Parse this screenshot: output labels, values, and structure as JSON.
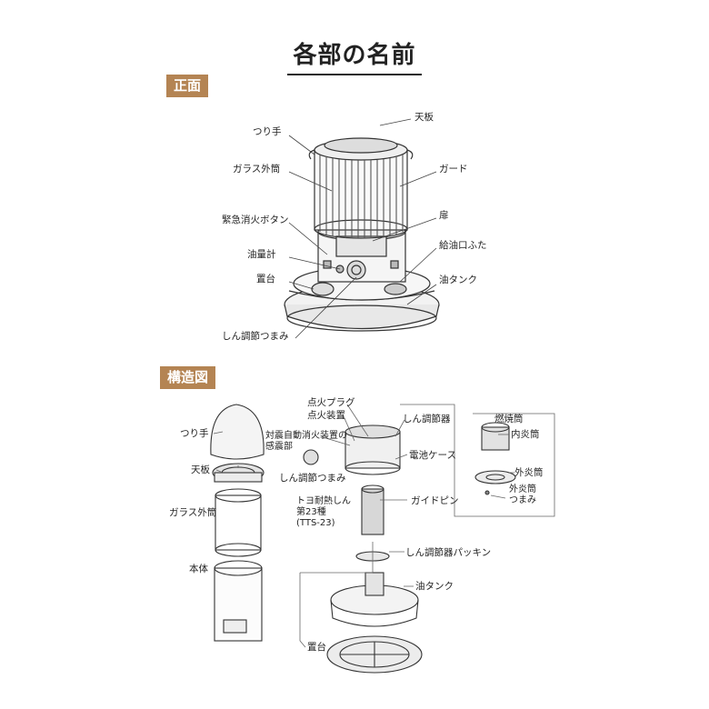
{
  "title": "各部の名前",
  "sections": {
    "front": "正面",
    "structure": "構造図"
  },
  "front_labels": {
    "top_plate": "天板",
    "handle": "つり手",
    "glass_cylinder": "ガラス外筒",
    "guard": "ガード",
    "door": "扉",
    "emergency_button": "緊急消火ボタン",
    "fuel_cap": "給油口ふた",
    "fuel_gauge": "油量計",
    "oil_tank": "油タンク",
    "base": "置台",
    "wick_knob": "しん調節つまみ"
  },
  "structure_labels": {
    "ignition_plug": "点火プラグ",
    "igniter": "点火装置",
    "wick_adjuster": "しん調節器",
    "quake_sensor": "対震自動消火装置の\n感震部",
    "handle": "つり手",
    "battery_case": "電池ケース",
    "top_plate": "天板",
    "wick_knob": "しん調節つまみ",
    "wick_spec": "トヨ耐熱しん\n第23種\n(TTS-23)",
    "guide_pin": "ガイドピン",
    "glass_cylinder": "ガラス外筒",
    "wick_packing": "しん調節器パッキン",
    "body": "本体",
    "oil_tank": "油タンク",
    "base": "置台",
    "burner": "燃焼筒",
    "inner_cylinder": "内炎筒",
    "outer_cylinder": "外炎筒",
    "outer_knob": "外炎筒\nつまみ"
  }
}
